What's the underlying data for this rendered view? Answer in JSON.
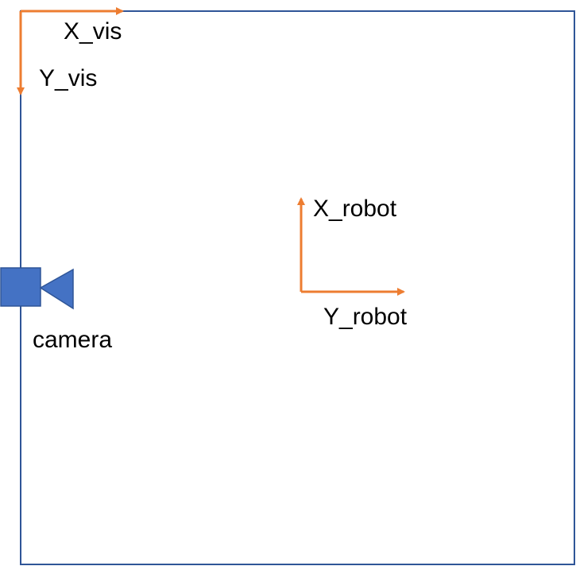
{
  "colors": {
    "border": "#2F5597",
    "axis_arrow": "#ED7D31",
    "camera_fill": "#4472C4",
    "camera_stroke": "#2F5597",
    "text": "#000000"
  },
  "labels": {
    "x_vis": "X_vis",
    "y_vis": "Y_vis",
    "x_robot": "X_robot",
    "y_robot": "Y_robot",
    "camera": "camera"
  },
  "icons": {
    "camera": "camera-icon"
  }
}
